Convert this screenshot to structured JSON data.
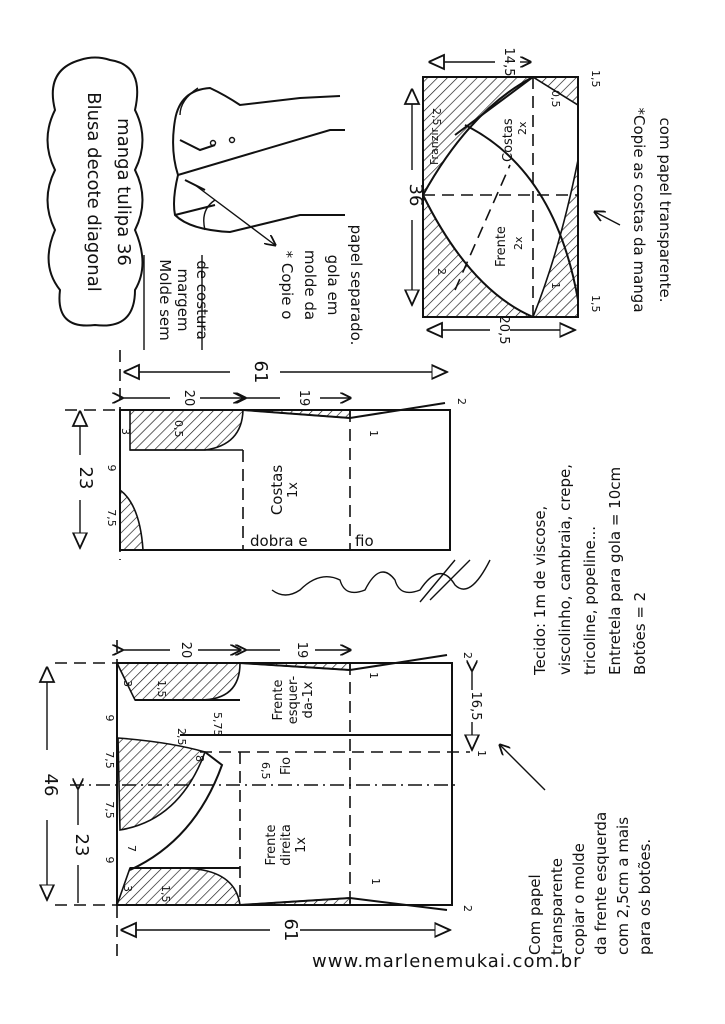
{
  "title": {
    "line1": "Blusa decote diagonal",
    "line2": "manga tulipa 36"
  },
  "no_margin_note": [
    "Molde sem",
    "margem",
    "de costura"
  ],
  "collar_note": [
    "* Copie o",
    "molde da",
    "gola em",
    "papel separado."
  ],
  "sleeve": {
    "height": "36",
    "top_width": "14,5",
    "bottom_width": "20,5",
    "edge_top": "1,5",
    "edge_bottom": "1,5",
    "m_25": "2,5",
    "m_05": "0,5",
    "m_2": "2",
    "m_1": "1",
    "label_back": "Costas",
    "label_back_qty": "2x",
    "label_front": "Frente",
    "label_front_qty": "2x",
    "label_first": "Franzir",
    "note": [
      "*Copie as costas da manga",
      "com papel transparente."
    ]
  },
  "back": {
    "length": "61",
    "part_a": "20",
    "part_b": "19",
    "height": "23",
    "m_3": "3",
    "m_9": "9",
    "m_75": "7,5",
    "m_05": "0,5",
    "m_2": "2",
    "m_1": "1",
    "label": "Costas",
    "qty": "1x",
    "fold": "dobra e",
    "grain": "fio"
  },
  "signature": "Marlene Mukai",
  "front": {
    "length": "61",
    "part_a": "20",
    "part_b": "19",
    "height": "46",
    "half": "23",
    "m_3a": "3",
    "m_15a": "1,5",
    "m_9a": "9",
    "m_75a": "7,5",
    "m_25": "2,5",
    "m_575": "5,75",
    "m_8": "8",
    "m_65": "6,5",
    "m_75b": "7,5",
    "m_9b": "9",
    "m_7": "7",
    "m_3b": "3",
    "m_15b": "1,5",
    "m_165": "16,5",
    "m_2a": "2",
    "m_1a": "1",
    "m_2b": "2",
    "m_1b": "1",
    "m_1c": "1",
    "left_label": [
      "Frente",
      "esquer-",
      "da-1x"
    ],
    "right_label": [
      "Frente",
      "direita",
      "1x"
    ],
    "grain": "Fio"
  },
  "materials": [
    "Tecido: 1m   de viscose,",
    "viscolinho, cambraia, crepe,",
    "tricoline, popeline...",
    "Entretela para gola = 10cm",
    "Botões = 2"
  ],
  "front_note": [
    "Com papel",
    "transparente",
    "copiar o molde",
    "da frente esquerda",
    "com 2,5cm a mais",
    "para os botões."
  ],
  "website": "www.marlenemukai.com.br"
}
